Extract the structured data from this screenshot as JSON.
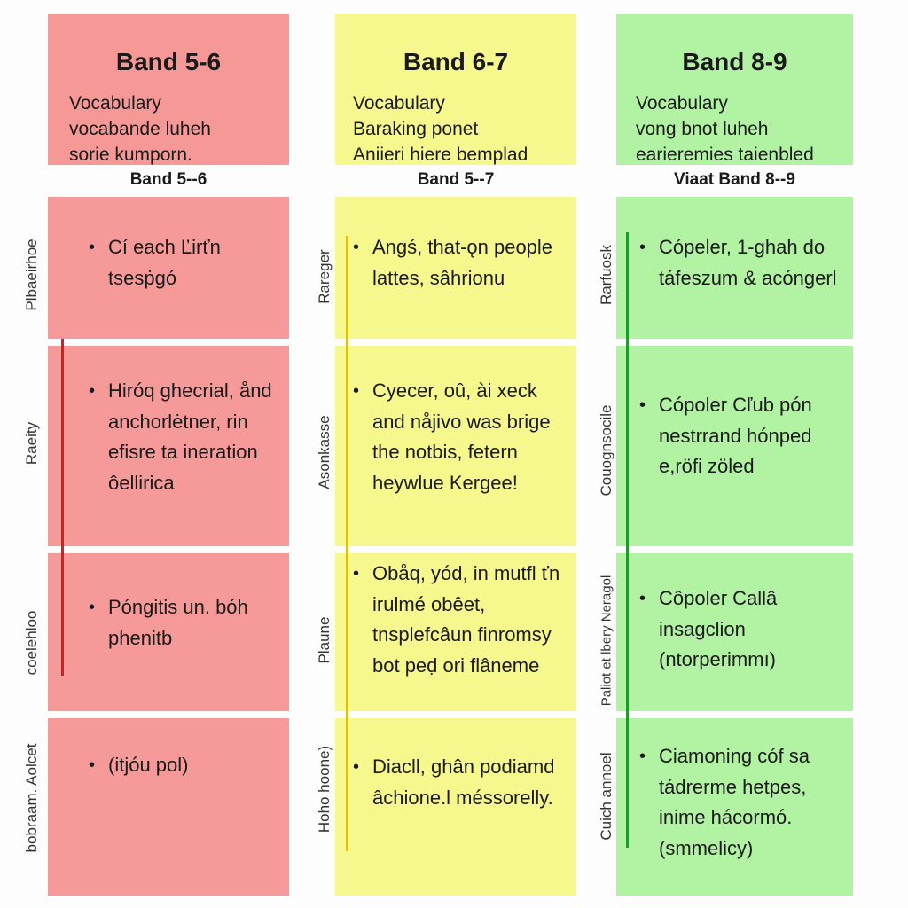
{
  "colors": {
    "red_bg": "#f59a98",
    "red_bg_head": "#f59896",
    "red_line": "#d61f1f",
    "yellow_bg": "#f6f78d",
    "yellow_line": "#d6c21d",
    "green_bg": "#b2f2a3",
    "green_line": "#1f9a2b"
  },
  "columns": [
    {
      "title": "Band 5-6",
      "lines": [
        "Vocabulary",
        "vocabande luheh",
        "sorie kumporn."
      ],
      "subheader": "Band 5--6",
      "rows": [
        {
          "side": "Plbaeirhoe",
          "bullet": "Cí each  Ľirťn tsesṗgó"
        },
        {
          "side": "Raeity",
          "bullet": "Hiróq ghecrial, ånd anchorlėtner, rin efisre ta ineration ôellirica"
        },
        {
          "side": "coelehloo",
          "bullet": "Póngitis un. bóh phenitb"
        },
        {
          "side": "bobraam. Aolcet",
          "bullet": "(itjóu pol)"
        }
      ]
    },
    {
      "title": "Band 6-7",
      "lines": [
        "Vocabulary",
        "Baraking ponet",
        "Aniieri hiere bemplad"
      ],
      "subheader": "Band 5--7",
      "rows": [
        {
          "side": "Rareger",
          "bullet": "Angś, that-ǫn people lattes, sâhrionu"
        },
        {
          "side": "Asonkasse",
          "bullet": "Cyecer, oû, ài xeck and nåjivo was brige the notbis, fetern heywlue Kergee!"
        },
        {
          "side": "Plaune",
          "bullet": "Obåq, yód, in mutfl ťn irulmé obêet, tnsplefcâun finromsy bot peḍ ori flâneme"
        },
        {
          "side": "Hoho hoone)",
          "bullet": "Diacll, ghân podiamd âchione.l méssorelly."
        }
      ]
    },
    {
      "title": "Band 8-9",
      "lines": [
        "Vocabulary",
        "vong bnot luheh",
        "earieremies taienbled"
      ],
      "subheader": "Viaat Band 8--9",
      "rows": [
        {
          "side": "Rarfuosk",
          "bullet": "Cópeler, 1-ghah do táfeszum & acóngerl"
        },
        {
          "side": "Couognsocile",
          "bullet": "Cópoler Cľub pón nestrrand hónped e,röfi zöled"
        },
        {
          "side": "Paliot et lbery Neragol",
          "bullet": "Côpoler Callâ insagclion (ntorperimmı)"
        },
        {
          "side": "Cuich annoel",
          "bullet": "Ciamoning cóf sa tádrerme hetpes, inime hácormó. (smmelicy)"
        }
      ]
    }
  ]
}
